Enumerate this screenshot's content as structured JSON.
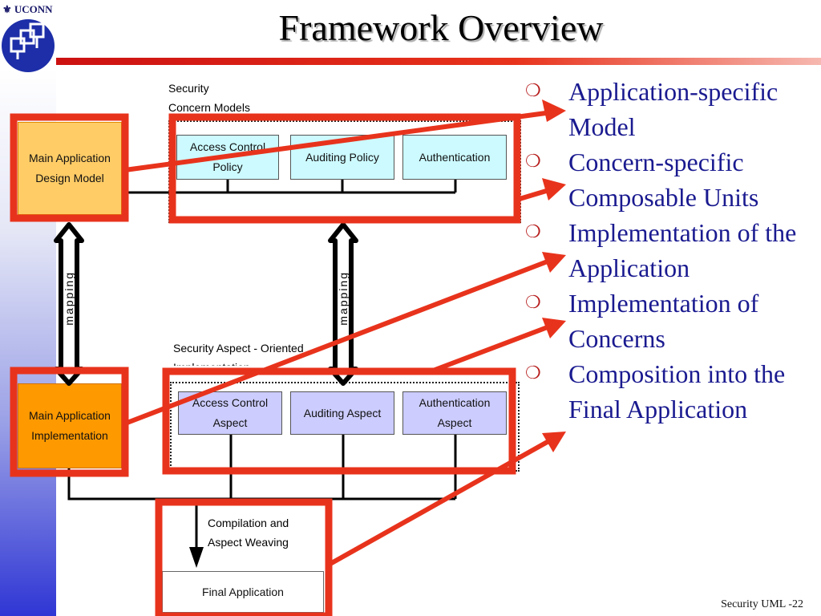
{
  "slide": {
    "title": "Framework Overview",
    "logo": "UCONN",
    "footer": "Security UML -22"
  },
  "diagram": {
    "models_label_line1": "Security",
    "models_label_line2": "Concern Models",
    "main_model_line1": "Main Application",
    "main_model_line2": "Design Model",
    "concern_models": [
      {
        "line1": "Access Control",
        "line2": "Policy"
      },
      {
        "line1": "Auditing Policy",
        "line2": ""
      },
      {
        "line1": "Authentication",
        "line2": ""
      }
    ],
    "mapping_left": "mapping",
    "mapping_right": "mapping",
    "impl_label_line1": "Security Aspect - Oriented",
    "impl_label_line2": "Implementation",
    "main_impl_line1": "Main Application",
    "main_impl_line2": "Implementation",
    "aspects": [
      {
        "line1": "Access Control",
        "line2": "Aspect"
      },
      {
        "line1": "Auditing Aspect",
        "line2": ""
      },
      {
        "line1": "Authentication",
        "line2": "Aspect"
      }
    ],
    "weaving_line1": "Compilation and",
    "weaving_line2": "Aspect Weaving",
    "final_app": "Final Application"
  },
  "bullets": [
    "Application-specific Model",
    "Concern-specific Composable Units",
    "Implementation of the Application",
    "Implementation of Concerns",
    "Composition into the Final Application"
  ],
  "colors": {
    "accent_red": "#e8331c",
    "concern_box": "#ccfaff",
    "aspect_box": "#ccccff",
    "main_model": "#ffcc66",
    "main_impl": "#ff9900"
  },
  "icons": {
    "bullet": "ring-bullet-icon",
    "logo": "uconn-seal-icon",
    "dept": "cse-network-logo-icon"
  }
}
